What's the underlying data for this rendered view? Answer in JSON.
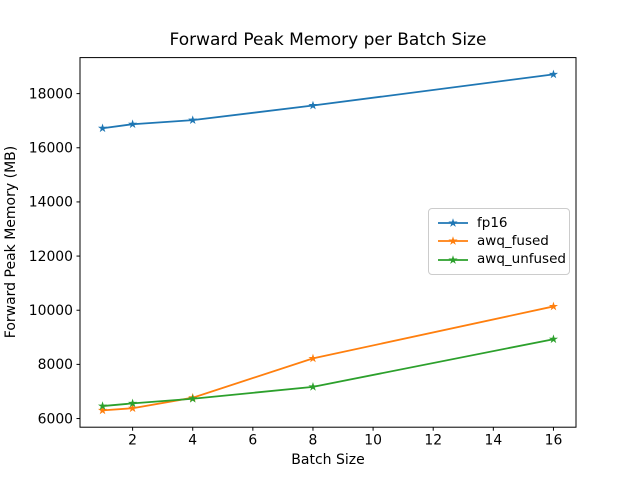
{
  "chart_data": {
    "type": "line",
    "title": "Forward Peak Memory per Batch Size",
    "xlabel": "Batch Size",
    "ylabel": "Forward Peak Memory (MB)",
    "x": [
      1,
      2,
      4,
      8,
      16
    ],
    "series": [
      {
        "name": "fp16",
        "color": "#1f77b4",
        "marker": "star",
        "values": [
          16720,
          16870,
          17020,
          17560,
          18710
        ]
      },
      {
        "name": "awq_fused",
        "color": "#ff7f0e",
        "marker": "star",
        "values": [
          6300,
          6380,
          6770,
          8220,
          10140
        ]
      },
      {
        "name": "awq_unfused",
        "color": "#2ca02c",
        "marker": "star",
        "values": [
          6460,
          6560,
          6730,
          7170,
          8930
        ]
      }
    ],
    "xticks": [
      2,
      4,
      6,
      8,
      10,
      12,
      14,
      16
    ],
    "yticks": [
      6000,
      8000,
      10000,
      12000,
      14000,
      16000,
      18000
    ],
    "xlim": [
      0.25,
      16.75
    ],
    "ylim": [
      5680,
      19330
    ],
    "grid": false,
    "legend_position": "center-right",
    "axes_color": "#000000",
    "background": "#ffffff",
    "line_width": 1.8,
    "marker_size": 4.8
  }
}
